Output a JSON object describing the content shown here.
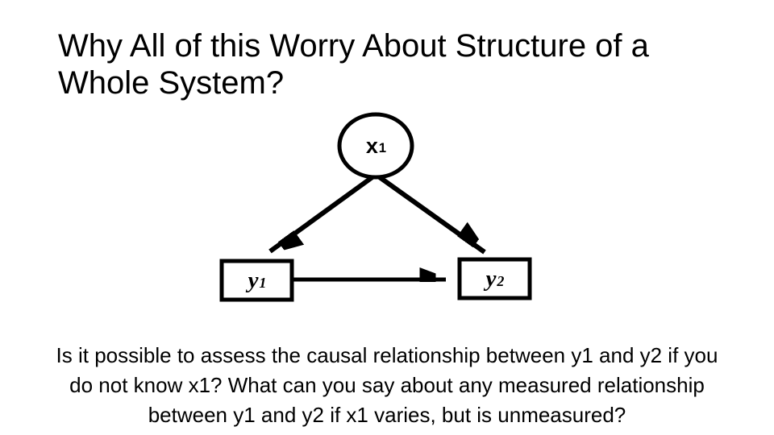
{
  "slide": {
    "background": "#ffffff",
    "title": {
      "line1": "Why All of this Worry About Structure of a",
      "line2": "Whole System?"
    },
    "body": {
      "line1": "Is it possible to assess the causal relationship between y1 and y2 if you",
      "line2": "do not know x1? What can you say about any measured relationship",
      "line3": "between y1 and y2 if x1 varies, but is unmeasured?"
    }
  },
  "diagram": {
    "stroke_color": "#000000",
    "node_fill_color": "#ffffff",
    "nodes": {
      "x1": {
        "base": "x",
        "sub": "1",
        "shape": "ellipse"
      },
      "y1": {
        "base": "y",
        "sub": "1",
        "shape": "rect"
      },
      "y2": {
        "base": "y",
        "sub": "2",
        "shape": "rect"
      }
    },
    "edges": [
      {
        "from": "x1",
        "to": "y1",
        "style": "arrow"
      },
      {
        "from": "x1",
        "to": "y2",
        "style": "arrow"
      },
      {
        "from": "y1",
        "to": "y2",
        "style": "arrow"
      }
    ]
  }
}
